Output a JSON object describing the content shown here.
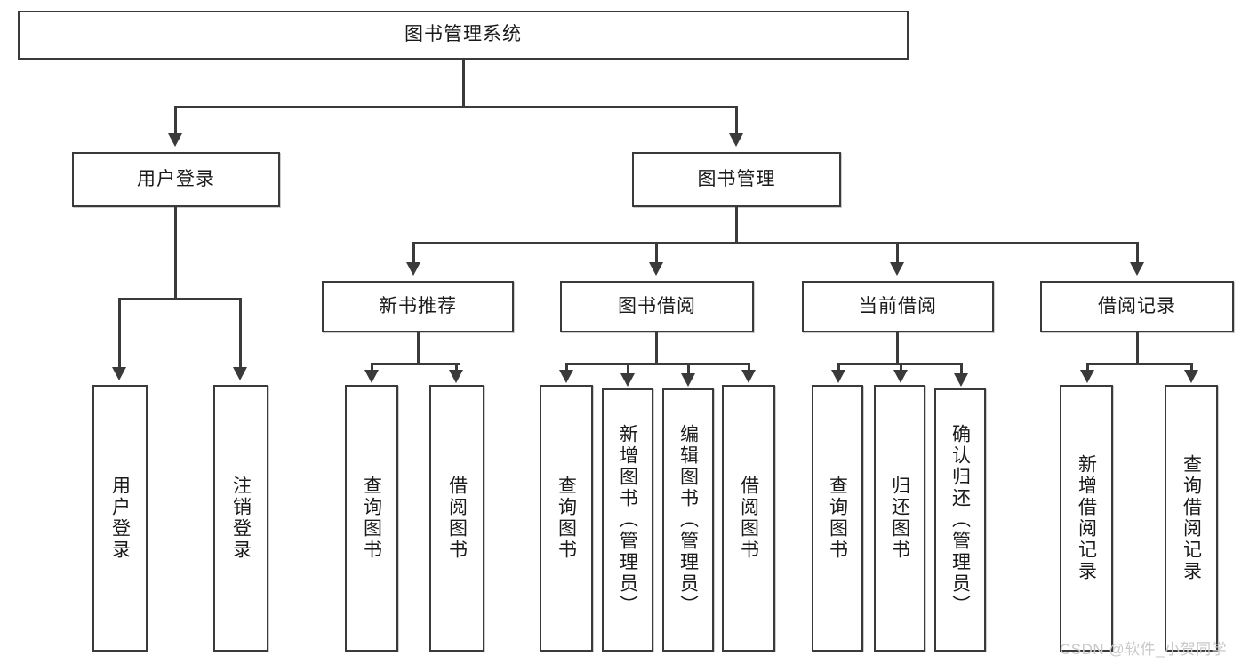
{
  "diagram": {
    "title": "图书管理系统",
    "type": "hierarchy-tree",
    "root": {
      "id": "root",
      "label": "图书管理系统"
    },
    "level1": [
      {
        "id": "user-login",
        "label": "用户登录"
      },
      {
        "id": "book-management",
        "label": "图书管理"
      }
    ],
    "level2": [
      {
        "id": "new-book-recommend",
        "label": "新书推荐",
        "parent": "book-management"
      },
      {
        "id": "book-borrow",
        "label": "图书借阅",
        "parent": "book-management"
      },
      {
        "id": "current-borrow",
        "label": "当前借阅",
        "parent": "book-management"
      },
      {
        "id": "borrow-record",
        "label": "借阅记录",
        "parent": "book-management"
      }
    ],
    "leaves": {
      "user-login": [
        {
          "id": "leaf-user-login",
          "label": "用户登录"
        },
        {
          "id": "leaf-logout-login",
          "label": "注销登录"
        }
      ],
      "new-book-recommend": [
        {
          "id": "leaf-query-book-1",
          "label": "查询图书"
        },
        {
          "id": "leaf-borrow-book-1",
          "label": "借阅图书"
        }
      ],
      "book-borrow": [
        {
          "id": "leaf-query-book-2",
          "label": "查询图书"
        },
        {
          "id": "leaf-add-book",
          "label": "新增图书（管理员）"
        },
        {
          "id": "leaf-edit-book",
          "label": "编辑图书（管理员）"
        },
        {
          "id": "leaf-borrow-book-2",
          "label": "借阅图书"
        }
      ],
      "current-borrow": [
        {
          "id": "leaf-query-book-3",
          "label": "查询图书"
        },
        {
          "id": "leaf-return-book",
          "label": "归还图书"
        },
        {
          "id": "leaf-confirm-return",
          "label": "确认归还（管理员）"
        }
      ],
      "borrow-record": [
        {
          "id": "leaf-add-record",
          "label": "新增借阅记录"
        },
        {
          "id": "leaf-query-record",
          "label": "查询借阅记录"
        }
      ]
    },
    "watermark": "CSDN @软件_小贺同学",
    "colors": {
      "border": "#3a3a3a",
      "background": "#ffffff",
      "text": "#1a1a1a",
      "watermark": "#c9c9c9"
    }
  }
}
